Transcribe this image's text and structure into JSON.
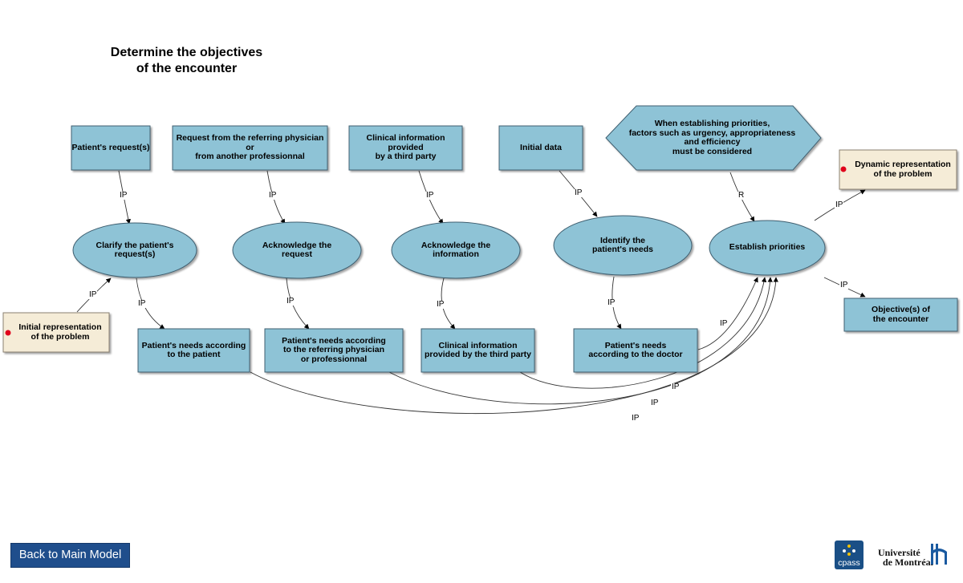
{
  "title": "Determine the objectives\nof the encounter",
  "colors": {
    "node_fill": "#8ec3d6",
    "node_stroke": "#3f5f70",
    "note_fill": "#f5ecd7",
    "note_dot": "#e0001b",
    "edge": "#333333",
    "button": "#1f4e8c"
  },
  "nodes": {
    "patient_request": "Patient's request(s)",
    "referring_request": "Request from the referring physician or\nfrom another professionnal",
    "clinical_info_third": "Clinical information provided\nby a third party",
    "initial_data": "Initial data",
    "priorities_note": "When establishing priorities,\nfactors such as urgency, appropriateness\nand efficiency\nmust be considered",
    "dynamic_rep": "Dynamic representation\nof the problem",
    "clarify": "Clarify the patient's\nrequest(s)",
    "ack_request": "Acknowledge the\nrequest",
    "ack_info": "Acknowledge the\ninformation",
    "identify": "Identify the\npatient's needs",
    "establish": "Establish priorities",
    "initial_rep": "Initial representation\nof the problem",
    "needs_patient": "Patient's needs according\nto the patient",
    "needs_referring": "Patient's needs according\nto the referring physician\nor professionnal",
    "clinical_provided": "Clinical information\nprovided by the third party",
    "needs_doctor": "Patient's needs\naccording to the doctor",
    "objectives": "Objective(s) of\nthe encounter"
  },
  "edge_labels": {
    "ip": "IP",
    "r": "R"
  },
  "footer": {
    "back_button": "Back to Main Model",
    "cpass_logo": "cpass",
    "udem_line1": "Université",
    "udem_line2": "de Montréal"
  }
}
